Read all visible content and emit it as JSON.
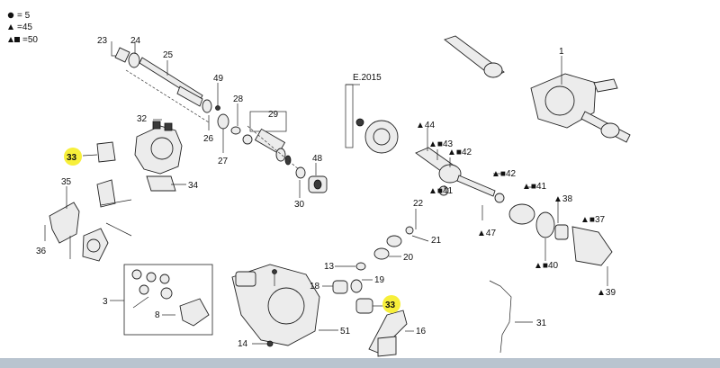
{
  "legend": [
    {
      "symbol": "●",
      "value": "= 5"
    },
    {
      "symbol": "▲",
      "value": "=45"
    },
    {
      "symbol": "▲■",
      "value": "=50"
    }
  ],
  "reference": "E.2015",
  "highlight_color": "#f7ef3a",
  "callouts": {
    "c1": "1",
    "c3": "3",
    "c8": "8",
    "c13": "13",
    "c14": "14",
    "c16": "16",
    "c18": "18",
    "c19": "19",
    "c20": "20",
    "c21": "21",
    "c22": "22",
    "c23": "23",
    "c24": "24",
    "c25": "25",
    "c26": "26",
    "c27": "27",
    "c28": "28",
    "c29": "29",
    "c30": "30",
    "c31": "31",
    "c32": "32",
    "c33a": "33",
    "c33b": "33",
    "c34": "34",
    "c35": "35",
    "c36": "36",
    "c37": "▲■37",
    "c38": "▲38",
    "c39": "▲39",
    "c40": "▲■40",
    "c41": "▲■41",
    "c41b": "▲■41",
    "c42": "▲■42",
    "c42b": "▲■42",
    "c43": "▲■43",
    "c44": "▲44",
    "c47": "▲47",
    "c48": "48",
    "c49": "49",
    "c51": "51"
  }
}
